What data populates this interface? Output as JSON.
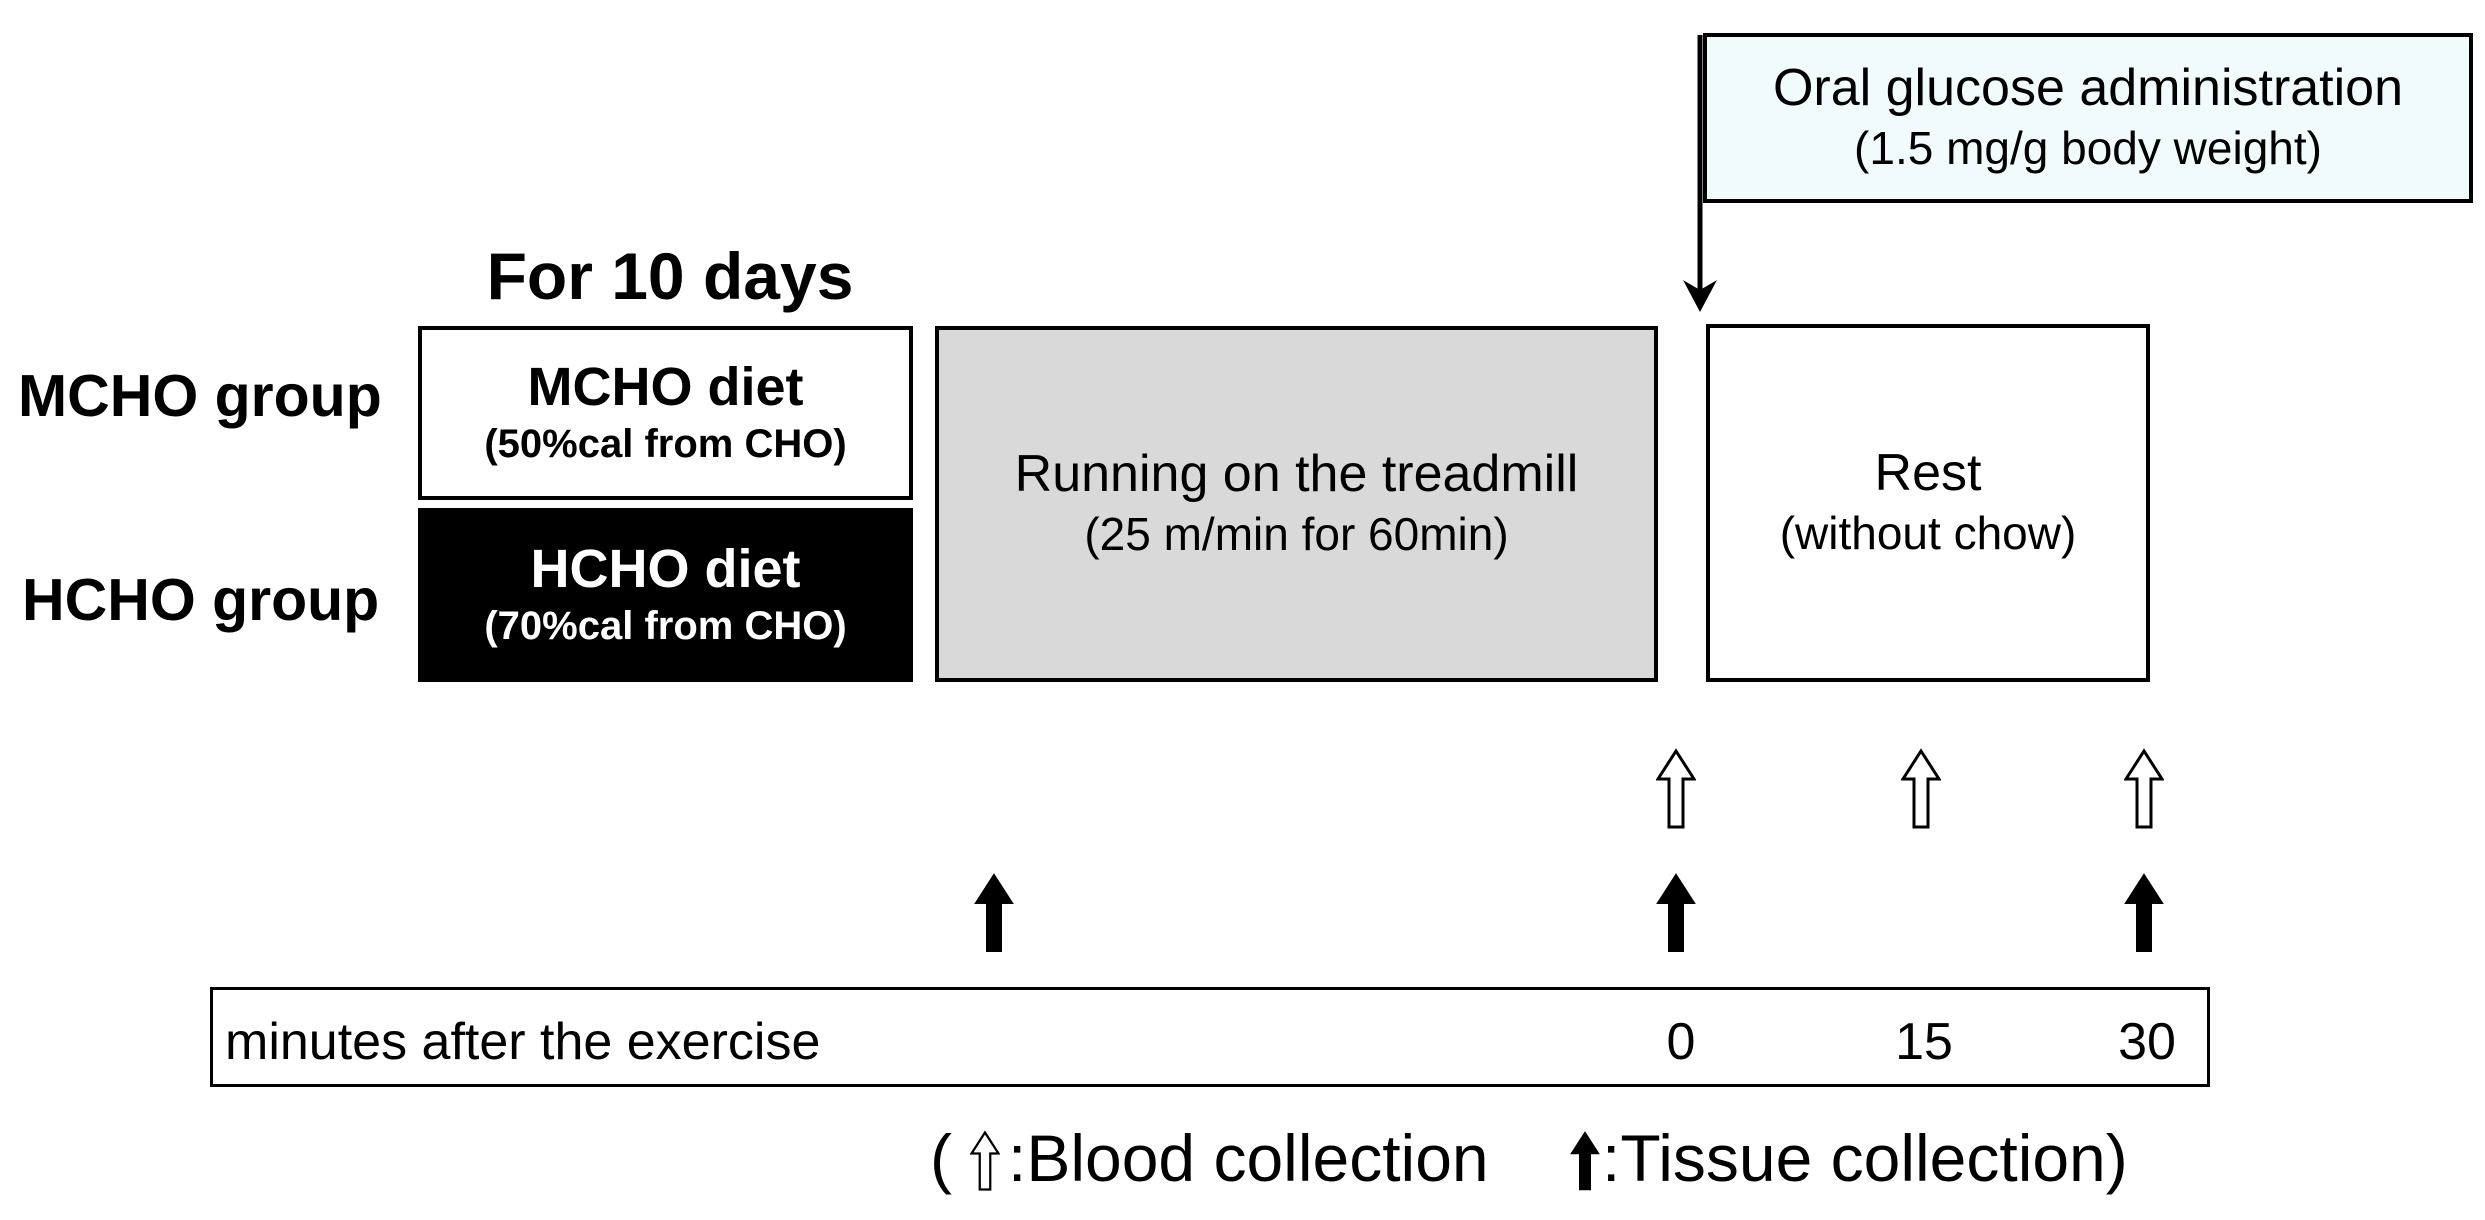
{
  "duration_label": "For 10 days",
  "groups": {
    "mcho": "MCHO group",
    "hcho": "HCHO group"
  },
  "diets": {
    "mcho": {
      "title": "MCHO diet",
      "sub": "(50%cal from CHO)"
    },
    "hcho": {
      "title": "HCHO diet",
      "sub": "(70%cal from CHO)"
    }
  },
  "treadmill": {
    "title": "Running on the treadmill",
    "sub": "(25 m/min for 60min)"
  },
  "glucose": {
    "title": "Oral glucose administration",
    "sub": "(1.5 mg/g body weight)"
  },
  "rest": {
    "title": "Rest",
    "sub": "(without chow)"
  },
  "timeline": {
    "label": "minutes after the exercise",
    "ticks": [
      "0",
      "15",
      "30"
    ]
  },
  "legend": {
    "open_paren": "(",
    "blood": ":Blood collection",
    "tissue": ":Tissue collection)"
  },
  "colors": {
    "hcho_fill": "#000000",
    "treadmill_fill": "#d9d9d9",
    "glucose_fill": "#f2fbfb"
  }
}
